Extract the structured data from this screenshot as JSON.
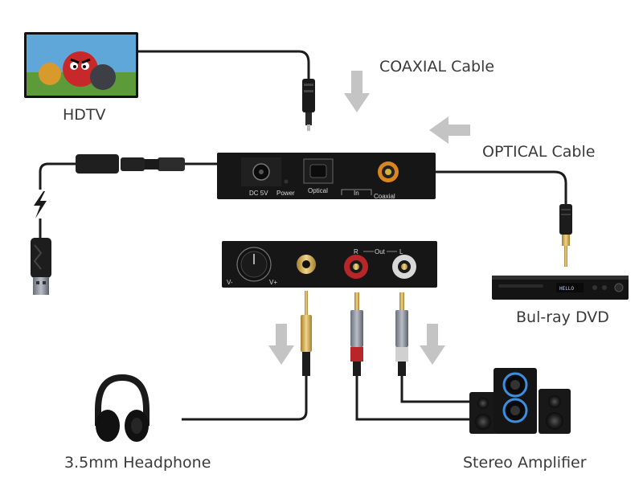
{
  "labels": {
    "hdtv": "HDTV",
    "coaxial_cable": "COAXIAL Cable",
    "optical_cable": "OPTICAL Cable",
    "bluray_dvd": "Bul-ray DVD",
    "headphone": "3.5mm Headphone",
    "stereo_amplifier": "Stereo Amplifier"
  },
  "ports_top": {
    "dc": "DC 5V",
    "power": "Power",
    "optical": "Optical",
    "in": "In",
    "coaxial": "Coaxial"
  },
  "ports_bottom": {
    "right": "R",
    "out": "Out",
    "left": "L",
    "vol_minus": "V-",
    "vol_plus": "V+"
  },
  "dvd_display": "HELLO",
  "colors": {
    "arrow": "#c4c4c4",
    "cable": "#1c1c1c",
    "device": "#161616",
    "gold": "#c9a04a",
    "rca_red": "#b8262a",
    "rca_white": "#d8d8d8",
    "speaker_led": "#3a8fe0"
  }
}
